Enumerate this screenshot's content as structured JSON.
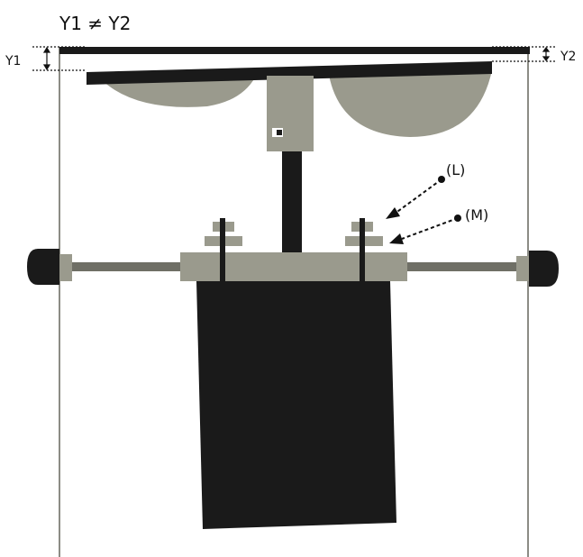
{
  "title": "Y1 ≠ Y2",
  "labels": {
    "y1": "Y1",
    "y2": "Y2",
    "l": "(L)",
    "m": "(M)"
  },
  "colors": {
    "dark": "#1a1a1a",
    "gray": "#9a9a8d",
    "rod": "#6f6f66",
    "line": "#8c8c85"
  }
}
